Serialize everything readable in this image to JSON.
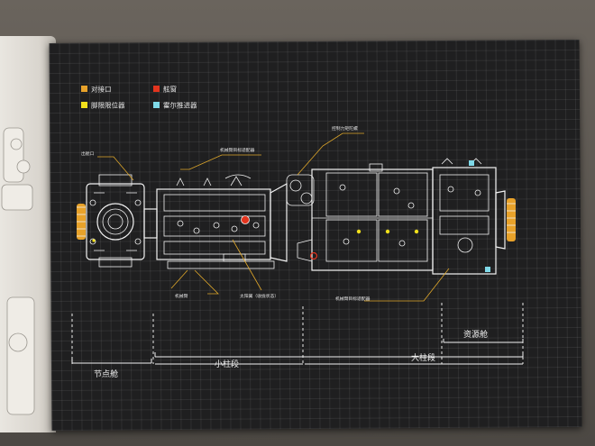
{
  "legend": [
    {
      "label": "对接口",
      "color": "#e8a22a"
    },
    {
      "label": "舷窗",
      "color": "#e2341e"
    },
    {
      "label": "脚限限位器",
      "color": "#f2e01b"
    },
    {
      "label": "霍尔推进器",
      "color": "#7fd9e8"
    }
  ],
  "callouts": {
    "hatch": "出舱口",
    "arm_target_top": "机械臂目标适配器",
    "control_gyro": "控制力矩陀螺",
    "arm": "机械臂",
    "solar_wing": "太阳翼（收拢状态）",
    "arm_target_bottom": "机械臂目标适配器"
  },
  "sections": {
    "node": "节点舱",
    "small": "小柱段",
    "large": "大柱段",
    "resource": "资源舱"
  },
  "colors": {
    "page": "#1f1f20",
    "line": "#f2f2f2",
    "leader": "#e0a82a"
  }
}
